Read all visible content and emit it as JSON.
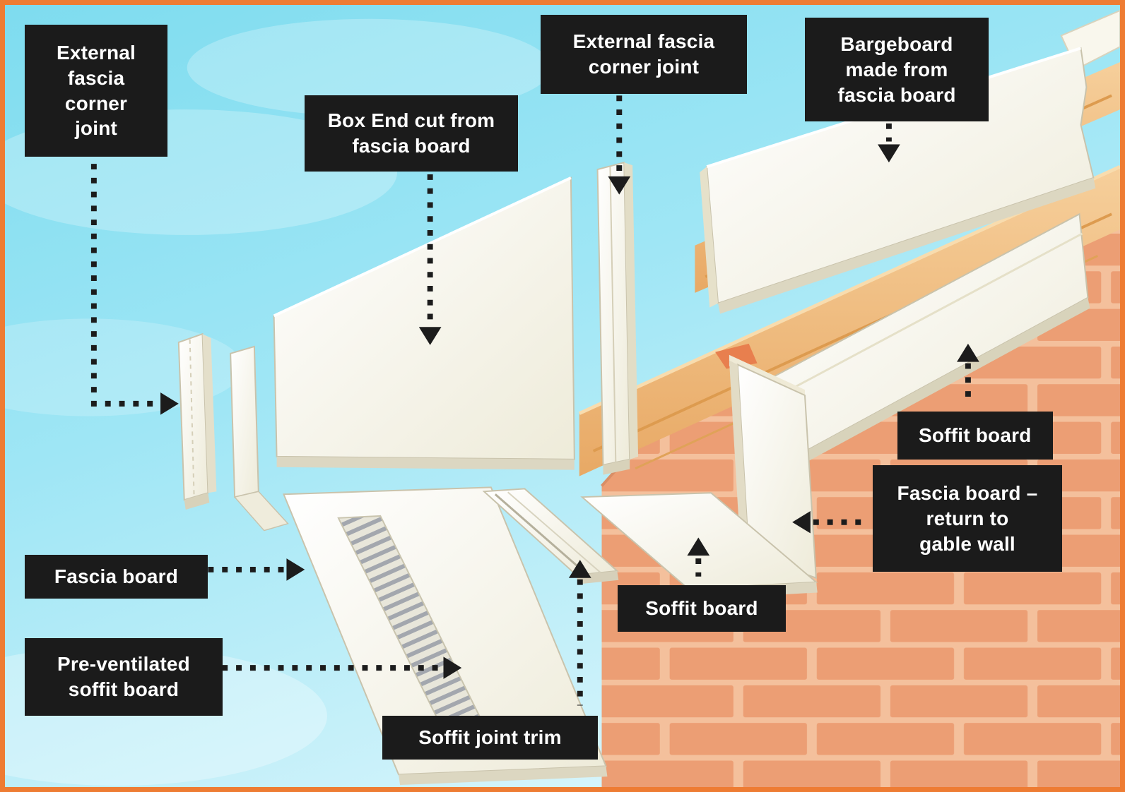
{
  "colors": {
    "frame": "#ee7c33",
    "label_background": "#1b1b1b",
    "label_text": "#ffffff",
    "sky": "#8fe0f2",
    "brick": "#ec9e74",
    "mortar": "#f4c09c",
    "timber": "#f0c089",
    "pvc_board": "#faf8ee",
    "vent_hatch": "#a3a7ae"
  },
  "labels": [
    {
      "id": "external-fascia-corner-joint-left",
      "text": "External\nfascia\ncorner\njoint"
    },
    {
      "id": "box-end",
      "text": "Box End cut from\nfascia board"
    },
    {
      "id": "external-fascia-corner-joint-top",
      "text": "External fascia\ncorner joint"
    },
    {
      "id": "bargeboard",
      "text": "Bargeboard\nmade from\nfascia board"
    },
    {
      "id": "soffit-board-right",
      "text": "Soffit board"
    },
    {
      "id": "fascia-board-return",
      "text": "Fascia board –\nreturn to\ngable wall"
    },
    {
      "id": "fascia-board",
      "text": "Fascia board"
    },
    {
      "id": "pre-ventilated-soffit-board",
      "text": "Pre-ventilated\nsoffit board"
    },
    {
      "id": "soffit-joint-trim",
      "text": "Soffit joint trim"
    },
    {
      "id": "soffit-board-mid",
      "text": "Soffit board"
    }
  ]
}
